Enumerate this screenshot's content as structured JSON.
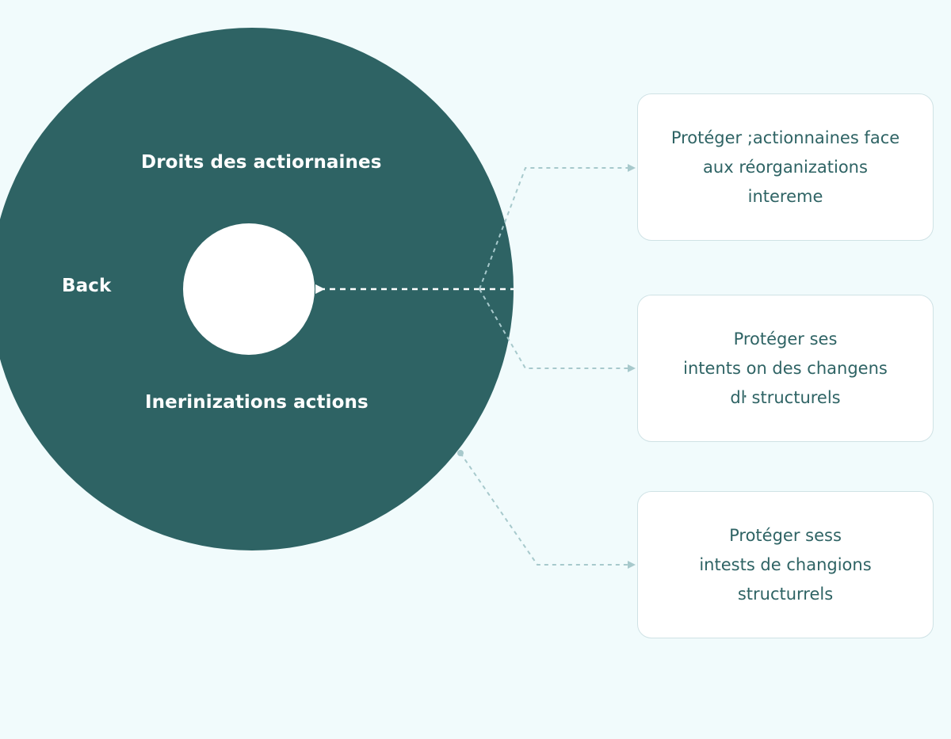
{
  "diagram": {
    "circle": {
      "labels": {
        "top": "Droits des actiornaines",
        "left": "Back",
        "bottom": "Inerinizations actions"
      }
    },
    "cards": [
      {
        "lines": [
          "Protéger ;actionnaines face",
          "aux réorganizations",
          "intereme"
        ]
      },
      {
        "lines": [
          "Protéger ses",
          "intents on des changens",
          "dŀ structurels"
        ]
      },
      {
        "lines": [
          "Protéger sess",
          "intests de changions",
          "structurrels"
        ]
      }
    ]
  },
  "colors": {
    "background": "#f1fbfc",
    "circle": "#2e6364",
    "card_border": "#cfe2e5",
    "card_text": "#2e6364",
    "connector": "#a7c9cc",
    "connector_inner": "#ffffff"
  }
}
